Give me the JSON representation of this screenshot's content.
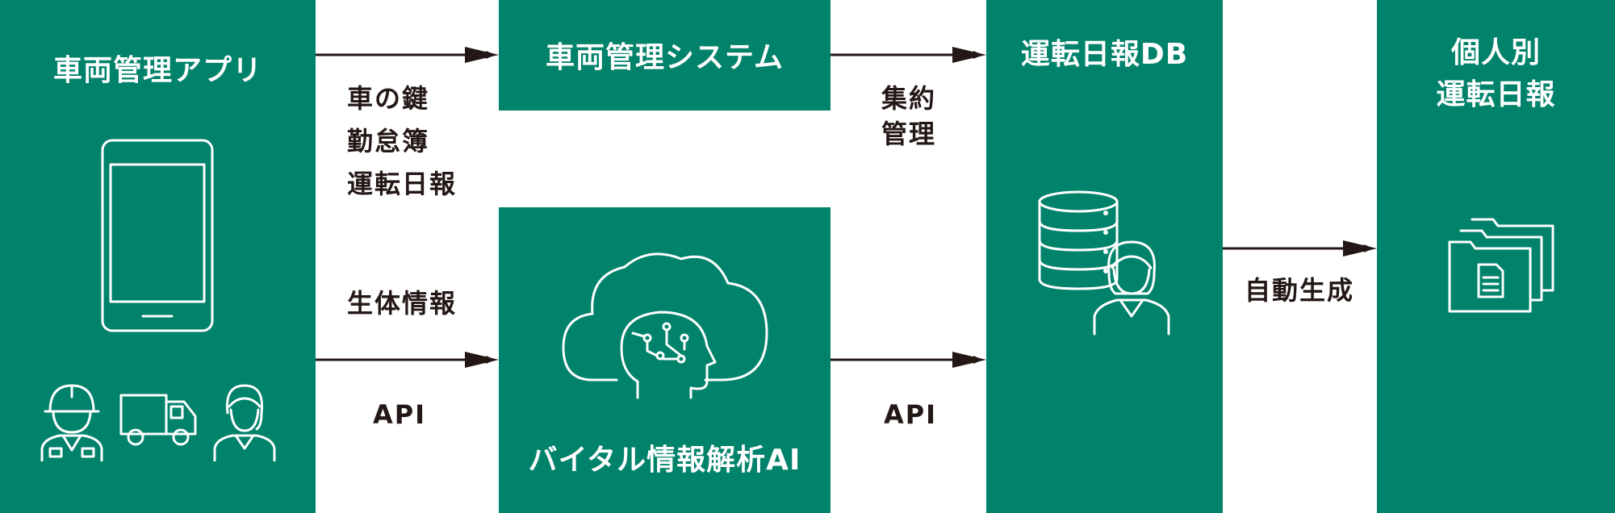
{
  "colors": {
    "box": "#00826b",
    "arrow": "#231815",
    "text_dark": "#231815",
    "text_light": "#ffffff"
  },
  "boxes": {
    "vehicle_app": {
      "title": "車両管理アプリ"
    },
    "vehicle_system": {
      "title": "車両管理システム"
    },
    "vital_ai": {
      "title": "バイタル情報解析AI"
    },
    "driving_db": {
      "title": "運転日報DB"
    },
    "personal_report": {
      "title_line1": "個人別",
      "title_line2": "運転日報"
    }
  },
  "flow_labels": {
    "app_to_system": [
      "車の鍵",
      "勤怠簿",
      "運転日報"
    ],
    "app_to_ai_top": "生体情報",
    "app_to_ai_bottom": "API",
    "system_to_db": [
      "集約",
      "管理"
    ],
    "ai_to_db": "API",
    "db_to_report": "自動生成"
  },
  "icons": {
    "vehicle_app": [
      "smartphone-icon",
      "worker-icon",
      "truck-icon",
      "female-staff-icon"
    ],
    "vital_ai": [
      "cloud-ai-brain-icon"
    ],
    "driving_db": [
      "database-icon",
      "female-operator-icon"
    ],
    "personal_report": [
      "document-folders-icon"
    ]
  }
}
